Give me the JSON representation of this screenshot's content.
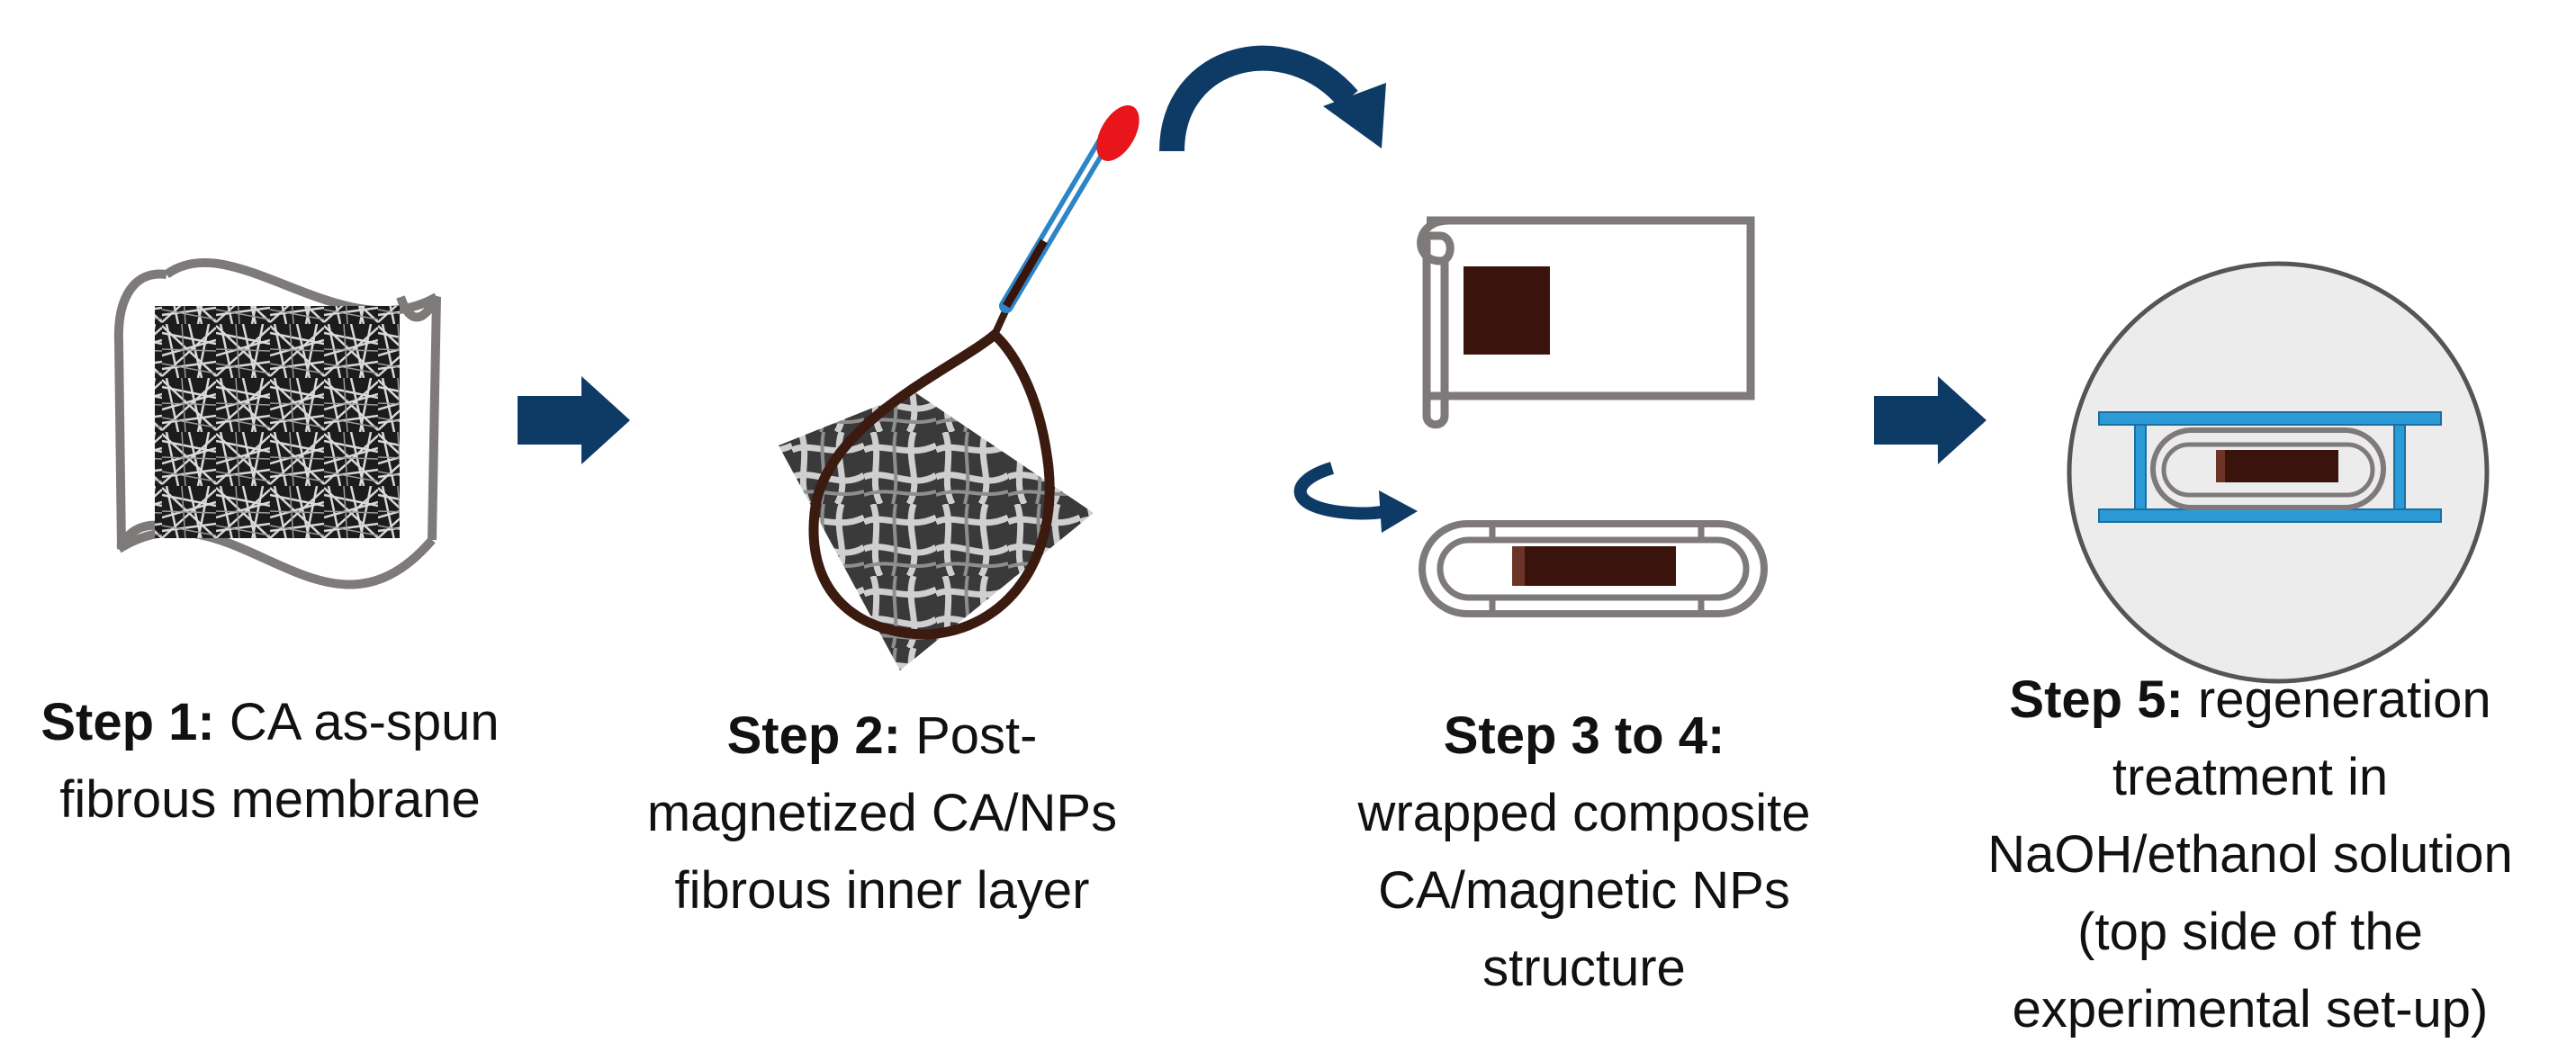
{
  "steps": [
    {
      "label": "Step 1:",
      "lines": [
        "CA as-spun",
        "fibrous membrane"
      ]
    },
    {
      "label": "Step 2:",
      "lines": [
        "Post-",
        "magnetized CA/NPs",
        "fibrous inner layer"
      ]
    },
    {
      "label": "Step 3 to 4:",
      "lines": [
        "wrapped composite",
        "CA/magnetic NPs",
        "structure"
      ]
    },
    {
      "label": "Step 5:",
      "lines": [
        "regeneration",
        "treatment in",
        "NaOH/ethanol solution",
        "(top side of the",
        "experimental set-up)"
      ]
    }
  ],
  "colors": {
    "arrow": "#0e3a66",
    "outline": "#7f7a7a",
    "magnet": "#3a140c",
    "loop": "#3b1a10",
    "tip": "#e8151b",
    "rod": "#2c85c6",
    "frame": "#2b9ad6",
    "circle_fill": "#ececec",
    "circle_stroke": "#555555"
  },
  "icons": [
    "right-arrow-icon",
    "curved-arrow-icon",
    "rotate-arrow-icon",
    "magnetic-wand-icon"
  ]
}
